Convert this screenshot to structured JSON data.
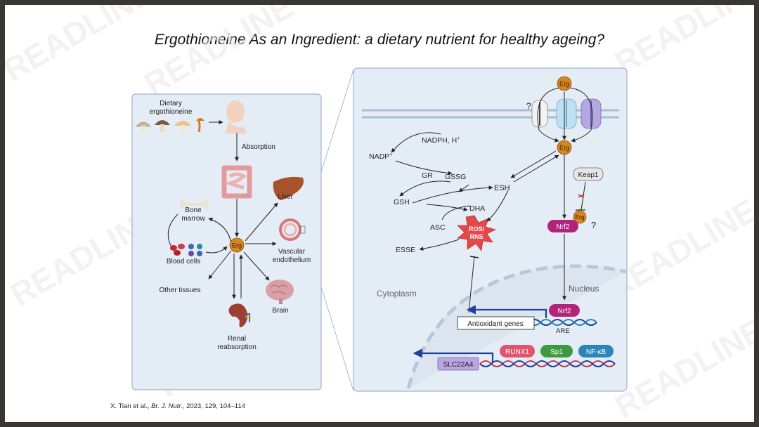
{
  "slide": {
    "title": "Ergothioneine As an Ingredient: a dietary nutrient for healthy ageing?",
    "citation": {
      "authors": "X. Tian et al., ",
      "journal": "Br. J. Nutr.",
      "details": ", 2023, 129, 104–114"
    },
    "watermark": "READLINE"
  },
  "left_panel": {
    "dietary_label_1": "Dietary",
    "dietary_label_2": "ergothioneine",
    "absorption": "Absorption",
    "liver": "Liver",
    "bone_marrow_1": "Bone",
    "bone_marrow_2": "marrow",
    "blood_cells": "Blood cells",
    "erg": "Erg",
    "vascular_1": "Vascular",
    "vascular_2": "endothelium",
    "other_tissues": "Other tissues",
    "brain": "Brain",
    "renal_1": "Renal",
    "renal_2": "reabsorption"
  },
  "right_panel": {
    "transporter_unknown": "?",
    "erg_top": "Erg",
    "erg_inner": "Erg",
    "nadph": "NADPH, H",
    "nadph_sup": "+",
    "nadp": "NADP",
    "nadp_sup": "+",
    "gr": "GR",
    "gssg": "GSSG",
    "gsh": "GSH",
    "esh": "ESH",
    "dha": "DHA",
    "asc": "ASC",
    "ros_1": "ROS/",
    "ros_2": "RNS",
    "esse": "ESSE",
    "keap1": "Keap1",
    "erg_keap": "Erg",
    "keap_question": "?",
    "nrf2_cyto": "Nrf2",
    "cytoplasm": "Cytoplasm",
    "nucleus": "Nucleus",
    "nrf2_nuc": "Nrf2",
    "antioxidant_genes": "Antioxidant genes",
    "are": "ARE",
    "runx1": "RUNX1",
    "sp1": "Sp1",
    "nfkb": "NF-κB",
    "slc22a4": "SLC22A4"
  },
  "colors": {
    "erg": "#d9861c",
    "nrf2": "#b2247a",
    "keap1": "#e6e6e6",
    "runx1": "#e0556a",
    "sp1": "#3d9a3d",
    "nfkb": "#2a86b8",
    "slc22a4": "#b9a6e0",
    "gene_arrow": "#1f3f9a",
    "ros": "#d93c3c",
    "panel_bg": "#e4ecf6",
    "panel_border": "#9fb4d0"
  },
  "icons": [
    "mushroom-icon",
    "head-icon",
    "intestine-icon",
    "liver-icon",
    "bone-icon",
    "blood-cells-icon",
    "vessel-icon",
    "brain-icon",
    "kidney-icon",
    "transporter-icon",
    "dna-icon"
  ]
}
